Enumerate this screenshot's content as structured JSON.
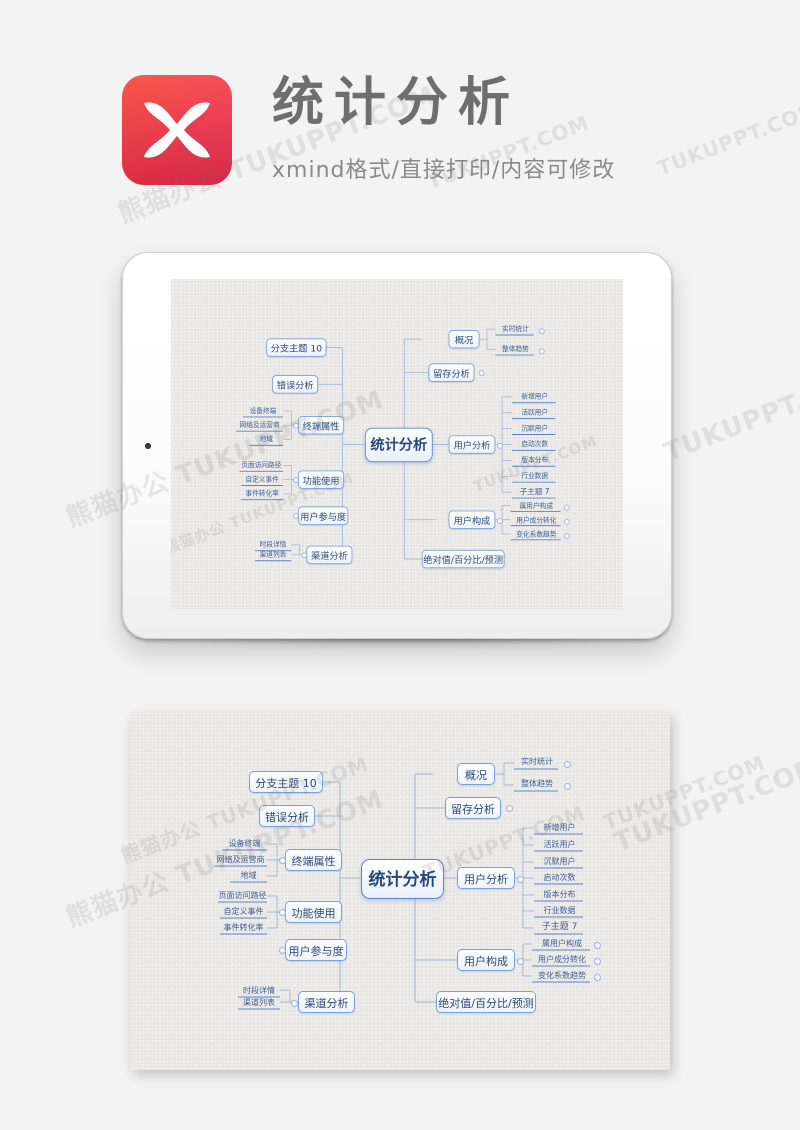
{
  "header": {
    "title": "统计分析",
    "subtitle": "xmind格式/直接打印/内容可修改",
    "logo_name": "xmind-logo",
    "logo_color": "#f4344a"
  },
  "watermark": {
    "text": "熊猫办公 TUKUPPT.COM",
    "short": "TUKUPPT.COM"
  },
  "mindmap": {
    "root": "统计分析",
    "right_branches": [
      {
        "label": "概况",
        "children": [
          "实时统计",
          "整体趋势"
        ]
      },
      {
        "label": "留存分析",
        "children": []
      },
      {
        "label": "用户分析",
        "children": [
          "新增用户",
          "活跃用户",
          "沉默用户",
          "启动次数",
          "版本分布",
          "行业数据",
          "子主题 7"
        ]
      },
      {
        "label": "用户构成",
        "children": [
          "属用户构成",
          "用户成分转化",
          "变化系数趋势"
        ]
      },
      {
        "label": "绝对值/百分比/预测",
        "children": []
      }
    ],
    "left_branches": [
      {
        "label": "分支主题 10",
        "children": []
      },
      {
        "label": "错误分析",
        "children": []
      },
      {
        "label": "终端属性",
        "children": [
          "设备终端",
          "网络及运营商",
          "地域"
        ]
      },
      {
        "label": "功能使用",
        "children": [
          "页面访问路径",
          "自定义事件",
          "事件转化率"
        ]
      },
      {
        "label": "用户参与度",
        "children": []
      },
      {
        "label": "渠道分析",
        "children": [
          "时段详情",
          "渠道列表"
        ]
      }
    ],
    "colors": {
      "node_border": "#7ba0d2",
      "node_text": "#2b4a77",
      "line": "#9fb6d6",
      "underline": "#5b86c6"
    }
  }
}
